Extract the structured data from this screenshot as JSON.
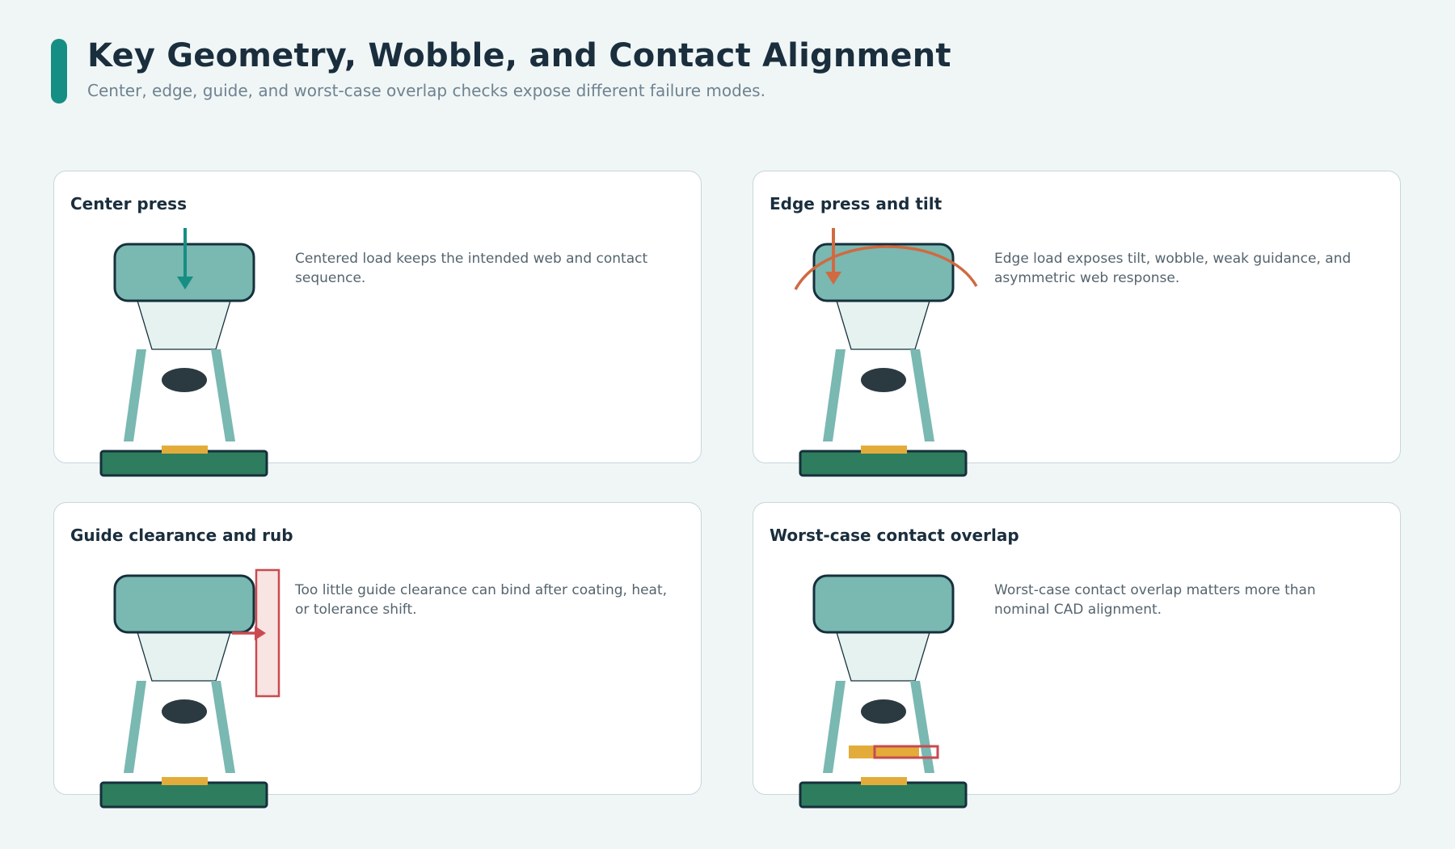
{
  "header": {
    "title": "Key Geometry, Wobble, and Contact Alignment",
    "subtitle": "Center, edge, guide, and worst-case overlap checks expose different failure modes."
  },
  "panels": [
    {
      "id": "center-press",
      "title": "Center press",
      "description": "Centered load keeps the intended web and contact sequence."
    },
    {
      "id": "edge-press",
      "title": "Edge press and tilt",
      "description": "Edge load exposes tilt, wobble, weak guidance, and asymmetric web response."
    },
    {
      "id": "guide-clearance",
      "title": "Guide clearance and rub",
      "description": "Too little guide clearance can bind after coating, heat, or tolerance shift."
    },
    {
      "id": "worst-case-overlap",
      "title": "Worst-case contact overlap",
      "description": "Worst-case contact overlap matters more than nominal CAD alignment."
    }
  ],
  "colors": {
    "accent": "#168e83",
    "keycap": "#7ab8b2",
    "outline": "#15303c",
    "base": "#2e7d5e",
    "contact": "#e3ac3a",
    "load_center": "#168e83",
    "load_edge": "#d06a40",
    "warning": "#c94a4f"
  }
}
